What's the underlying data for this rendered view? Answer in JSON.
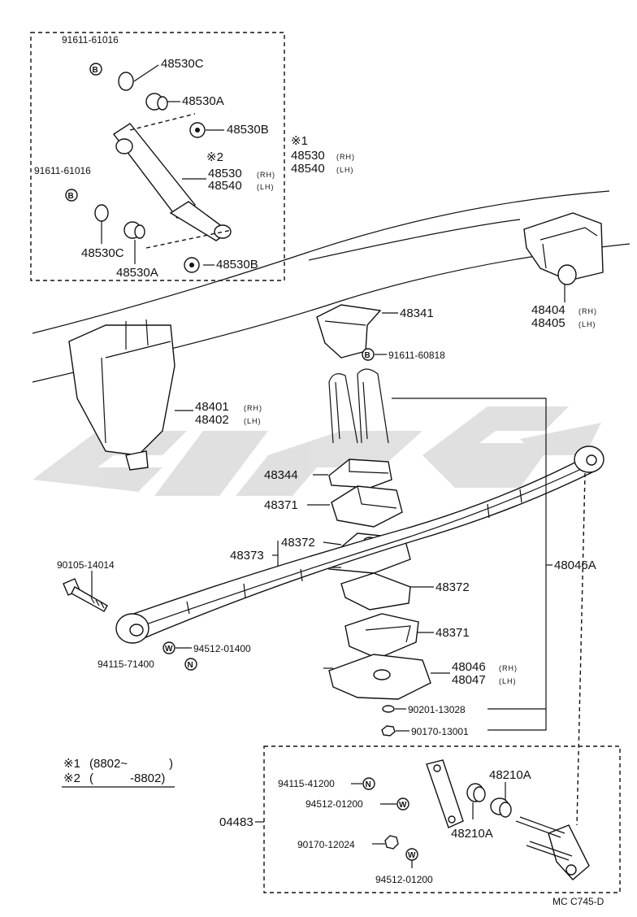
{
  "shock_box": {
    "labels": {
      "bolt_top": "91611-61016",
      "bolt_mid": "91611-61016",
      "c_top": "48530C",
      "a_top": "48530A",
      "b_top": "48530B",
      "mark2": "※2",
      "absorber_rh": "48530",
      "absorber_rh_side": "(RH)",
      "absorber_lh": "48540",
      "absorber_lh_side": "(LH)",
      "c_bot": "48530C",
      "a_bot": "48530A",
      "b_bot": "48530B",
      "bolt_symbol": "B"
    }
  },
  "outer_shock": {
    "mark1": "※1",
    "rh": "48530",
    "rh_side": "(RH)",
    "lh": "48540",
    "lh_side": "(LH)"
  },
  "parts": {
    "bracket_rh": "48404",
    "bracket_rh_side": "(RH)",
    "bracket_lh": "48405",
    "bracket_lh_side": "(LH)",
    "bumper": "48341",
    "bumper_bolt": "91611-60818",
    "hanger_rh": "48401",
    "hanger_rh_side": "(RH)",
    "hanger_lh": "48402",
    "hanger_lh_side": "(LH)",
    "pad": "48344",
    "clamp_top": "48371",
    "spacer_top": "48372",
    "group": "48373",
    "spacer_bot": "48372",
    "clamp_bot": "48371",
    "spring_assy": "48046A",
    "front_bolt": "90105-14014",
    "washer": "94512-01400",
    "washer_symbol": "W",
    "nut": "94115-71400",
    "nut_symbol": "N",
    "seat_rh": "48046",
    "seat_rh_side": "(RH)",
    "seat_lh": "48047",
    "seat_lh_side": "(LH)",
    "washer_small": "90201-13028",
    "nut_small": "90170-13001"
  },
  "notes": {
    "note1_mark": "※1",
    "note1_text": "(8802~",
    "note1_close": ")",
    "note2_mark": "※2",
    "note2_text": "(",
    "note2_close": "-8802)"
  },
  "shackle_box": {
    "kit": "04483",
    "nut_top": "94115-41200",
    "washer_top": "94512-01200",
    "nut_flange": "90170-12024",
    "washer_bot": "94512-01200",
    "bushing_top": "48210A",
    "bushing_bot": "48210A"
  },
  "footer": {
    "code": "MC  C745-D"
  },
  "watermark": {
    "color": "#c8c8c8"
  }
}
